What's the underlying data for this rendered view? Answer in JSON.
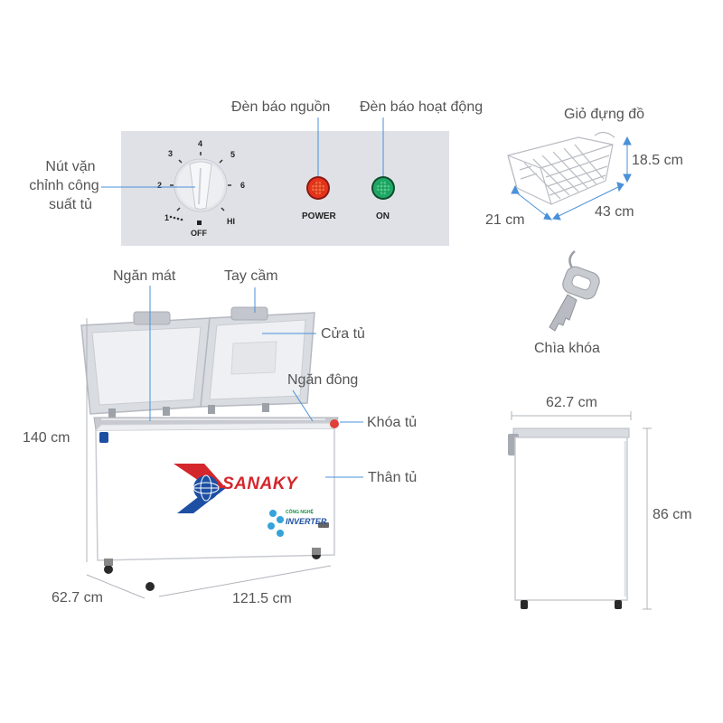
{
  "control_panel": {
    "indicator_power_label": "Đèn báo nguồn",
    "indicator_active_label": "Đèn báo hoạt động",
    "knob_label_line1": "Nút vặn",
    "knob_label_line2": "chỉnh công",
    "knob_label_line3": "suất tủ",
    "dial_numbers": [
      "1",
      "2",
      "3",
      "4",
      "5",
      "6"
    ],
    "dial_hi": "HI",
    "dial_off": "OFF",
    "power_text": "POWER",
    "on_text": "ON",
    "colors": {
      "panel": "#dfe1e6",
      "power_light": "#e8321e",
      "on_light": "#1fa866"
    }
  },
  "basket": {
    "title": "Giỏ đựng đồ",
    "height": "18.5 cm",
    "depth": "21 cm",
    "width": "43 cm"
  },
  "key": {
    "label": "Chìa khóa"
  },
  "freezer_front": {
    "labels": {
      "cool_compartment": "Ngăn mát",
      "handle": "Tay cầm",
      "door": "Cửa tủ",
      "freeze_compartment": "Ngăn đông",
      "lock": "Khóa tủ",
      "body": "Thân tủ"
    },
    "dimensions": {
      "height": "140 cm",
      "depth": "62.7 cm",
      "width": "121.5 cm"
    },
    "brand": "SANAKY",
    "badge_line1": "CÔNG NGHỆ",
    "badge_line2": "INVERTER",
    "colors": {
      "brand_blue": "#1d4fa3",
      "brand_red": "#d4272d"
    }
  },
  "freezer_side": {
    "depth": "62.7 cm",
    "height": "86 cm"
  }
}
